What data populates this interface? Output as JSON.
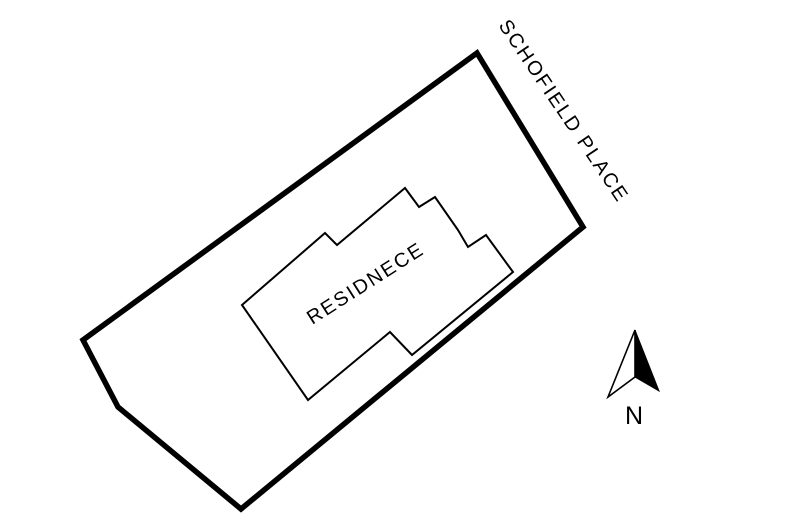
{
  "page": {
    "type": "site-plan-diagram",
    "background_color": "#ffffff",
    "line_color": "#000000"
  },
  "labels": {
    "street": "SCHOFIELD PLACE",
    "residence": "RESIDNECE",
    "north": "N"
  },
  "icons": {
    "north_arrow": "north-arrow-icon"
  }
}
